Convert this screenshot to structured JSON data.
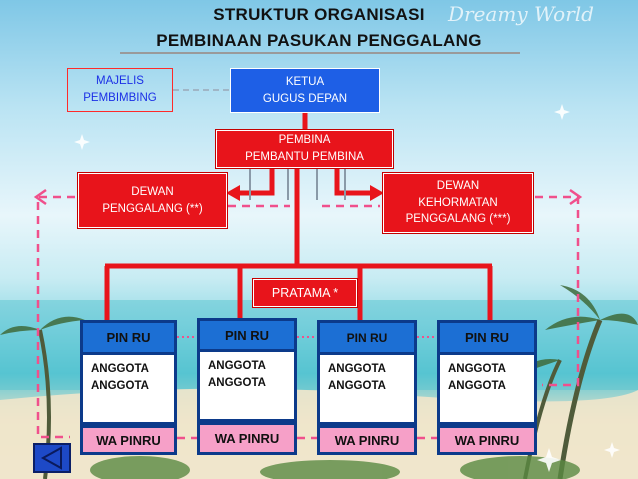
{
  "title": {
    "line1": "STRUKTUR ORGANISASI",
    "line2": "PEMBINAAN PASUKAN PENGGALANG"
  },
  "watermark": "Dreamy World",
  "boxes": {
    "majelis": "MAJELIS\nPEMBIMBING",
    "ketua": "KETUA\nGUGUS DEPAN",
    "pembina": "PEMBINA\nPEMBANTU PEMBINA",
    "dewan_penggalang": "DEWAN\nPENGGALANG  (**)",
    "dewan_kehormatan": "DEWAN\nKEHORMATAN\nPENGGALANG  (***)",
    "pratama": "PRATAMA *"
  },
  "columns": [
    {
      "head": "PIN RU",
      "members": [
        "ANGGOTA",
        "ANGGOTA"
      ],
      "foot": "WA PINRU"
    },
    {
      "head": "PIN RU",
      "members": [
        "ANGGOTA",
        "ANGGOTA"
      ],
      "foot": "WA PINRU"
    },
    {
      "head": "PIN RU",
      "members": [
        "ANGGOTA",
        "ANGGOTA"
      ],
      "foot": "WA PINRU"
    },
    {
      "head": "PIN RU",
      "members": [
        "ANGGOTA",
        "ANGGOTA"
      ],
      "foot": "WA PINRU"
    }
  ],
  "colors": {
    "red": "#e8141b",
    "blue": "#1e5fe6",
    "dash": "#f0508c",
    "navy": "#0c3a8a",
    "pink": "#f6a0c8"
  },
  "nav_icon": "triangle-left-icon"
}
